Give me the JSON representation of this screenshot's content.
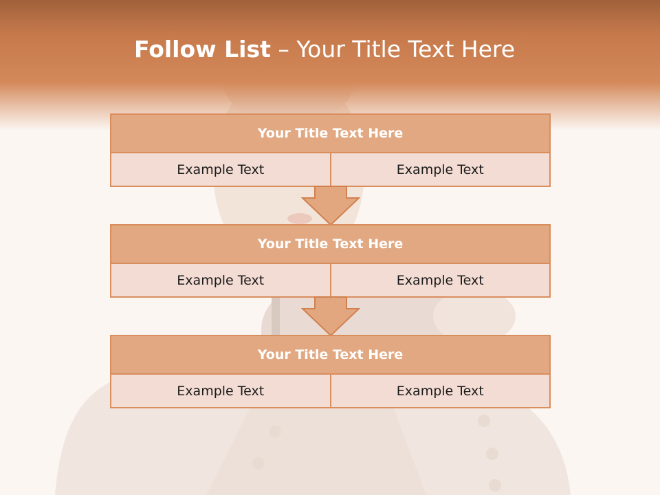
{
  "slide": {
    "title_bold": "Follow List",
    "title_rest": " – Your Title Text Here"
  },
  "blocks": [
    {
      "title": "Your Title Text Here",
      "cells": [
        "Example Text",
        "Example Text"
      ]
    },
    {
      "title": "Your Title Text Here",
      "cells": [
        "Example Text",
        "Example Text"
      ]
    },
    {
      "title": "Your Title Text Here",
      "cells": [
        "Example Text",
        "Example Text"
      ]
    }
  ],
  "colors": {
    "header": "#c67a4c",
    "block_title_fill": "#e1a882",
    "cell_fill": "#f3dcd3",
    "border": "#d98e5e",
    "arrow_fill": "#e3a780"
  }
}
